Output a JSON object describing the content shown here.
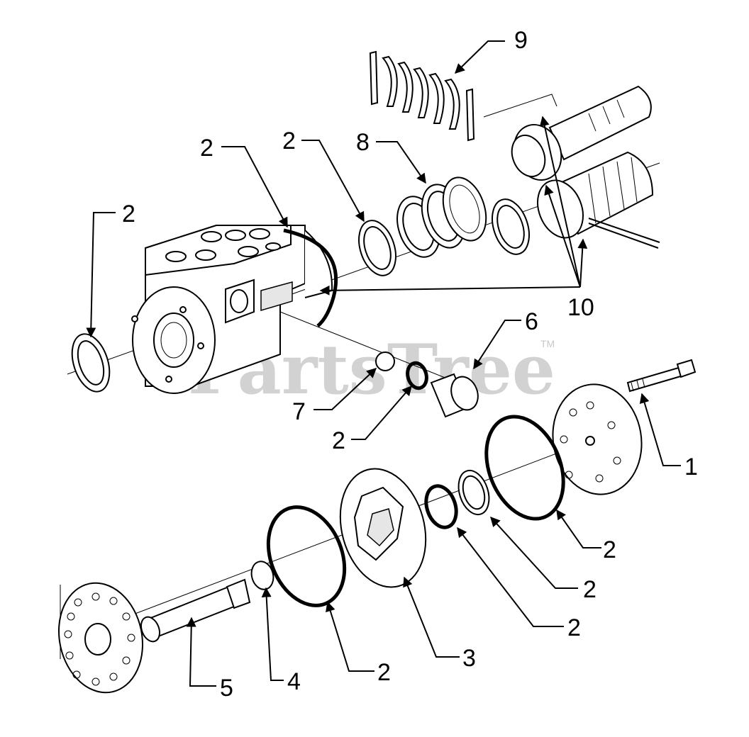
{
  "watermark": {
    "text": "PartsTree",
    "trademark": "TM"
  },
  "callouts": [
    {
      "id": "c9",
      "label": "9"
    },
    {
      "id": "c8",
      "label": "8"
    },
    {
      "id": "c2a",
      "label": "2"
    },
    {
      "id": "c2b",
      "label": "2"
    },
    {
      "id": "c2c",
      "label": "2"
    },
    {
      "id": "c10",
      "label": "10"
    },
    {
      "id": "c6",
      "label": "6"
    },
    {
      "id": "c7",
      "label": "7"
    },
    {
      "id": "c2d",
      "label": "2"
    },
    {
      "id": "c1",
      "label": "1"
    },
    {
      "id": "c2e",
      "label": "2"
    },
    {
      "id": "c2f",
      "label": "2"
    },
    {
      "id": "c2g",
      "label": "2"
    },
    {
      "id": "c3",
      "label": "3"
    },
    {
      "id": "c2h",
      "label": "2"
    },
    {
      "id": "c4",
      "label": "4"
    },
    {
      "id": "c5",
      "label": "5"
    }
  ]
}
